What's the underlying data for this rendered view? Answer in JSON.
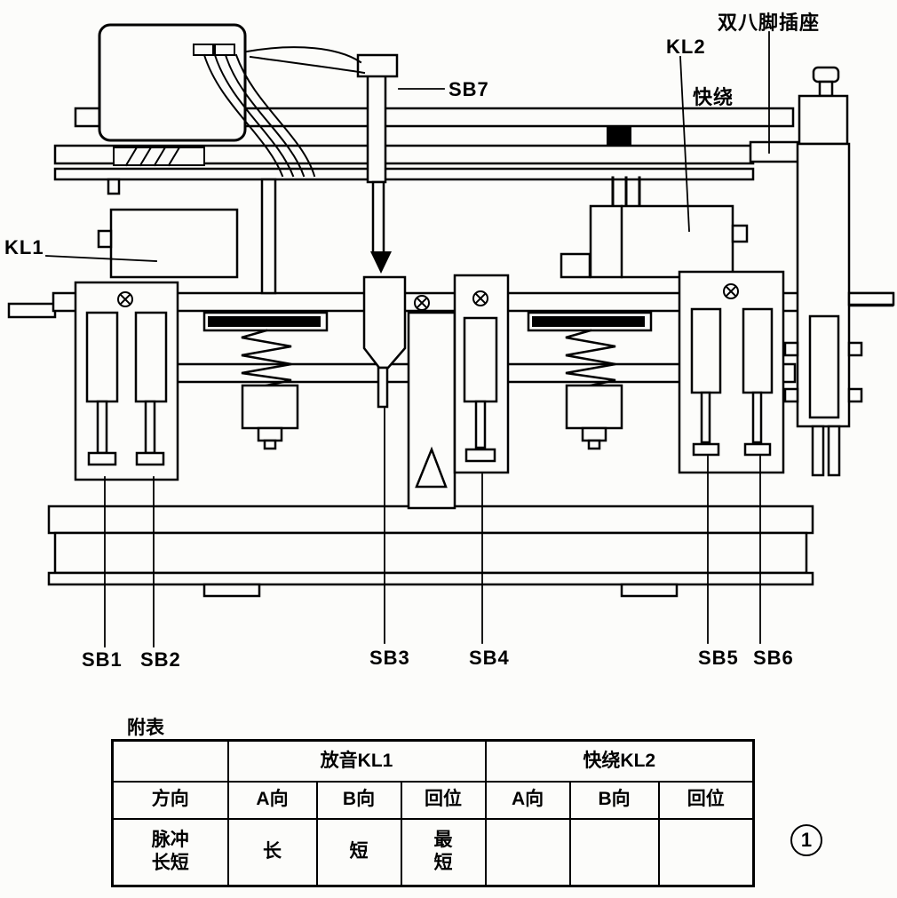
{
  "diagram": {
    "labels": {
      "socket": "双八脚插座",
      "kl2": "KL2",
      "kuairao": "快绕",
      "sb7": "SB7",
      "kl1": "KL1",
      "sb1": "SB1",
      "sb2": "SB2",
      "sb3": "SB3",
      "sb4": "SB4",
      "sb5": "SB5",
      "sb6": "SB6"
    }
  },
  "table": {
    "caption": "附表",
    "group_headers": {
      "col1": "",
      "kl1": "放音KL1",
      "kl2": "快绕KL2"
    },
    "columns": [
      "方向",
      "A向",
      "B向",
      "回位",
      "A向",
      "B向",
      "回位"
    ],
    "row_label": "脉冲\n长短",
    "values": [
      "长",
      "短",
      "最\n短",
      "",
      "",
      ""
    ]
  },
  "figure_number": "1"
}
